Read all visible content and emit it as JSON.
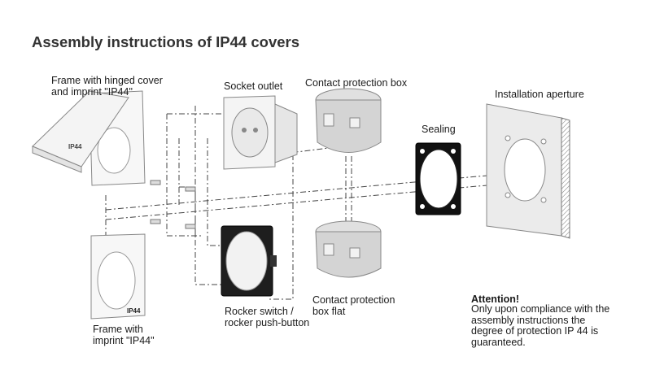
{
  "title": "Assembly instructions of IP44 covers",
  "labels": {
    "frame_hinged": "Frame with hinged cover\nand imprint \"IP44\"",
    "socket_outlet": "Socket outlet",
    "contact_box": "Contact protection box",
    "sealing": "Sealing",
    "installation_aperture": "Installation aperture",
    "frame_imprint": "Frame with\nimprint \"IP44\"",
    "rocker_switch": "Rocker switch /\nrocker push-button",
    "contact_box_flat": "Contact protection\nbox flat"
  },
  "imprint": "IP44",
  "attention": {
    "heading": "Attention!",
    "text": "Only upon compliance with the\nassembly instructions the\ndegree of protection IP 44 is\nguaranteed."
  }
}
